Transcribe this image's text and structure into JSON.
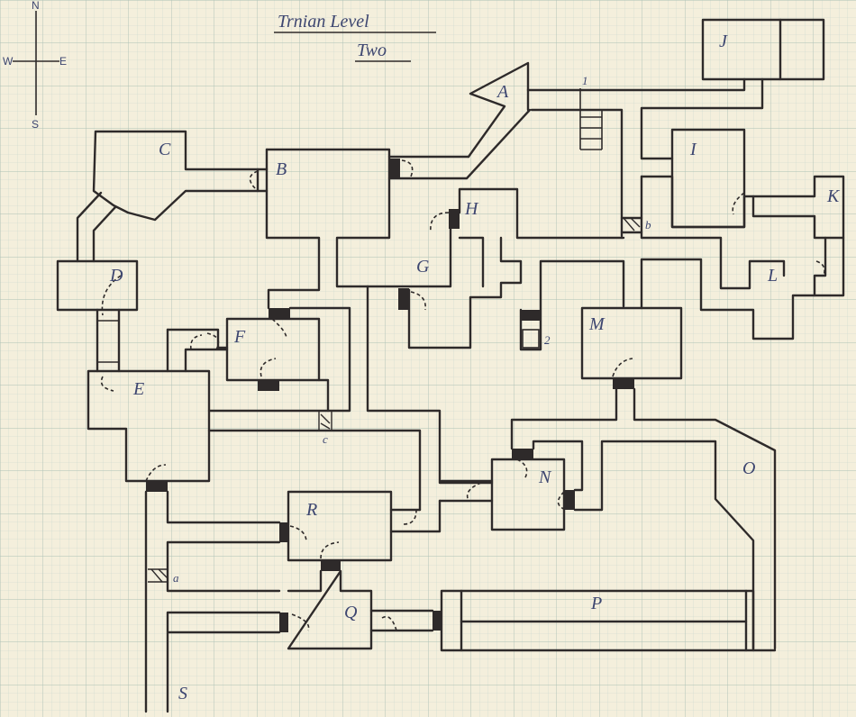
{
  "title": {
    "line1": "Trnian Level",
    "line2": "Two"
  },
  "compass": {
    "n": "N",
    "s": "S",
    "e": "E",
    "w": "W"
  },
  "rooms": {
    "A": "A",
    "B": "B",
    "C": "C",
    "D": "D",
    "E": "E",
    "F": "F",
    "G": "G",
    "H": "H",
    "I": "I",
    "J": "J",
    "K": "K",
    "L": "L",
    "M": "M",
    "N": "N",
    "O": "O",
    "P": "P",
    "Q": "Q",
    "R": "R",
    "S": "S"
  },
  "markers": {
    "m1": "1",
    "m2": "2",
    "a": "a",
    "b": "b",
    "c": "c"
  },
  "colors": {
    "paper": "#f4efdc",
    "grid": "#b9c9c0",
    "ink": "#2e2a2a",
    "label": "#3d4670"
  }
}
